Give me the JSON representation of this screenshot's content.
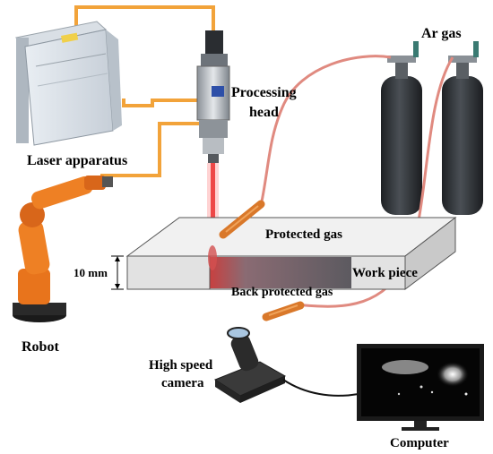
{
  "labels": {
    "laser_apparatus": "Laser apparatus",
    "processing_head_line1": "Processing",
    "processing_head_line2": "head",
    "ar_gas": "Ar gas",
    "protected_gas": "Protected gas",
    "thickness": "10 mm",
    "work_piece": "Work piece",
    "back_protected_gas": "Back protected gas",
    "robot": "Robot",
    "high_speed_line1": "High speed",
    "high_speed_line2": "camera",
    "computer": "Computer"
  },
  "colors": {
    "fiber_cable": "#f2a33a",
    "gas_hose": "#e08a80",
    "laser_beam": "#e53030",
    "robot_orange": "#e8741c",
    "cylinder": "#2e3236",
    "nozzle": "#d9782a"
  }
}
